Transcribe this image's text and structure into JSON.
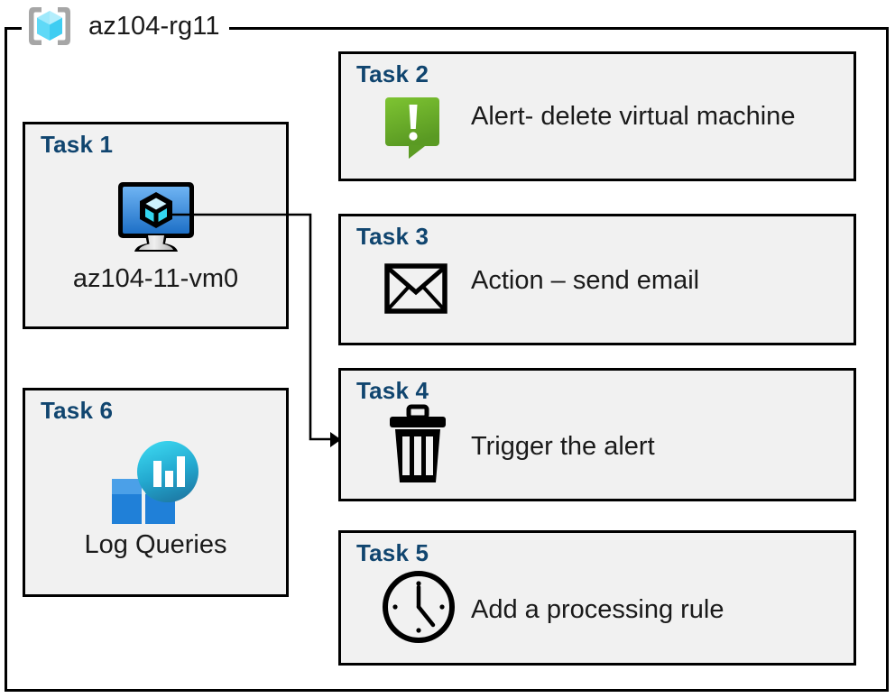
{
  "resource_group": {
    "name": "az104-rg11",
    "icon": "resource-group-cube-icon"
  },
  "colors": {
    "card_background": "#f1f1f1",
    "card_border": "#000000",
    "task_label": "#10456f",
    "caption_text": "#1a1a1a",
    "alert_green_light": "#76bc2e",
    "alert_green_dark": "#5c9c24",
    "vm_screen_light": "#5ea9f0",
    "vm_screen_dark": "#1d6fc6",
    "vm_cube_face": "#b8ecfb",
    "vm_stand_gray": "#d4d4d4",
    "log_tile_light": "#4ba0e8",
    "log_tile_dark": "#2080d8",
    "log_blob_light": "#33d2ea",
    "log_blob_dark": "#1d7ba6",
    "rg_bracket_gray": "#a6a6a6",
    "rg_cube_light": "#9fe9fb",
    "rg_cube_mid": "#5fd9f7",
    "rg_cube_dark": "#3fcdf2"
  },
  "tasks": [
    {
      "id": "task1",
      "label": "Task 1",
      "caption": "az104-11-vm0",
      "icon": "virtual-machine-icon",
      "layout": "stacked"
    },
    {
      "id": "task2",
      "label": "Task 2",
      "caption": "Alert- delete virtual machine",
      "icon": "alert-callout-icon",
      "layout": "row"
    },
    {
      "id": "task3",
      "label": "Task 3",
      "caption": "Action – send email",
      "icon": "envelope-icon",
      "layout": "row"
    },
    {
      "id": "task4",
      "label": "Task 4",
      "caption": "Trigger the alert",
      "icon": "trash-can-icon",
      "layout": "row"
    },
    {
      "id": "task5",
      "label": "Task 5",
      "caption": "Add a processing rule",
      "icon": "clock-icon",
      "layout": "row"
    },
    {
      "id": "task6",
      "label": "Task 6",
      "caption": "Log Queries",
      "icon": "log-analytics-icon",
      "layout": "stacked"
    }
  ],
  "connector": {
    "from": "task1-virtual-machine-icon",
    "to": "task4-card",
    "arrowhead": "right"
  }
}
